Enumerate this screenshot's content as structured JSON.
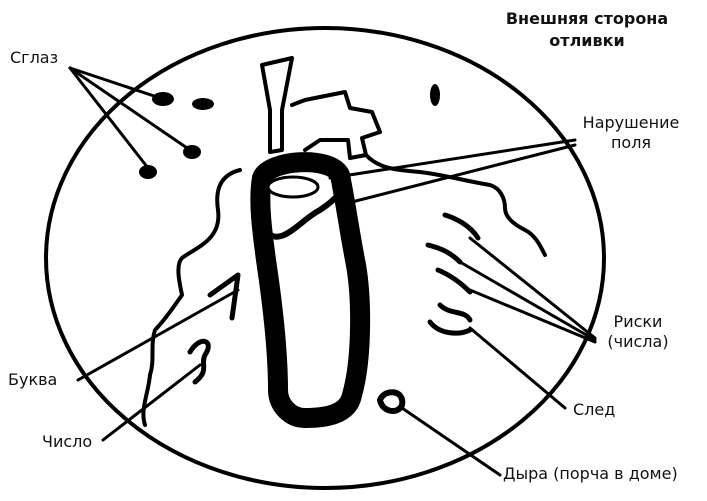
{
  "title": {
    "line1": "Внешняя сторона",
    "line2": "отливки"
  },
  "labels": {
    "sglaz": "Сглаз",
    "field_break_line1": "Нарушение",
    "field_break_line2": "поля",
    "letter": "Буква",
    "number": "Число",
    "scratches_line1": "Риски",
    "scratches_line2": "(числа)",
    "trace": "След",
    "hole": "Дыра (порча в доме)"
  },
  "colors": {
    "ink": "#000000",
    "background": "#ffffff"
  }
}
